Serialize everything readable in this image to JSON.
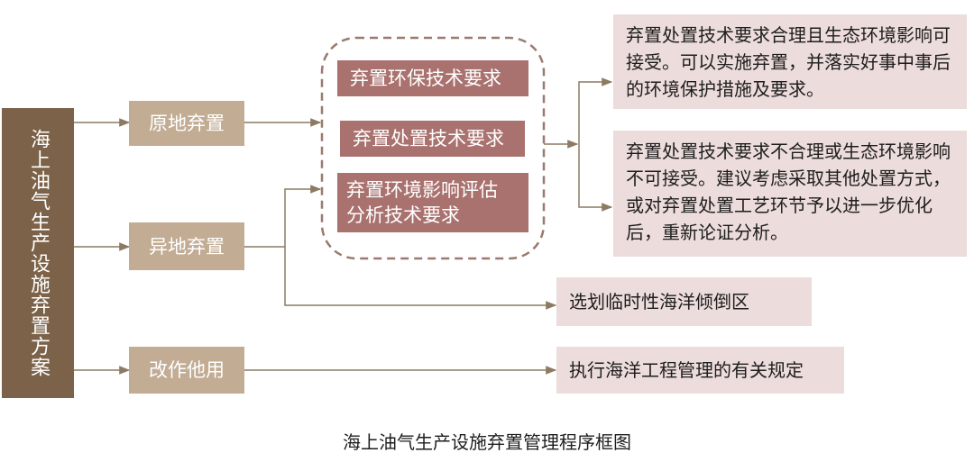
{
  "root": "海上油气生产设施弃置方案",
  "options": {
    "in_situ": "原地弃置",
    "off_site": "异地弃置",
    "alternative_use": "改作他用"
  },
  "requirements": {
    "env_protection": "弃置环保技术要求",
    "disposal_tech": "弃置处置技术要求",
    "impact_assessment_line1": "弃置环境影响评估",
    "impact_assessment_line2": "分析技术要求"
  },
  "outcomes": {
    "acceptable": "弃置处置技术要求合理且生态环境影响可接受。可以实施弃置，并落实好事中事后的环境保护措施及要求。",
    "not_acceptable": "弃置处置技术要求不合理或生态环境影响不可接受。建议考虑采取其他处置方式，或对弃置处置工艺环节予以进一步优化后，重新论证分析。",
    "dumping_zone": "选划临时性海洋倾倒区",
    "regulations": "执行海洋工程管理的有关规定"
  },
  "caption": "海上油气生产设施弃置管理程序框图",
  "colors": {
    "root_fill": "#7c6248",
    "option_fill": "#c2ac94",
    "requirement_fill": "#a9726f",
    "outcome_fill": "#ecdcdb",
    "connector": "#8c7a62",
    "group_dash": "#9a7a6e"
  }
}
